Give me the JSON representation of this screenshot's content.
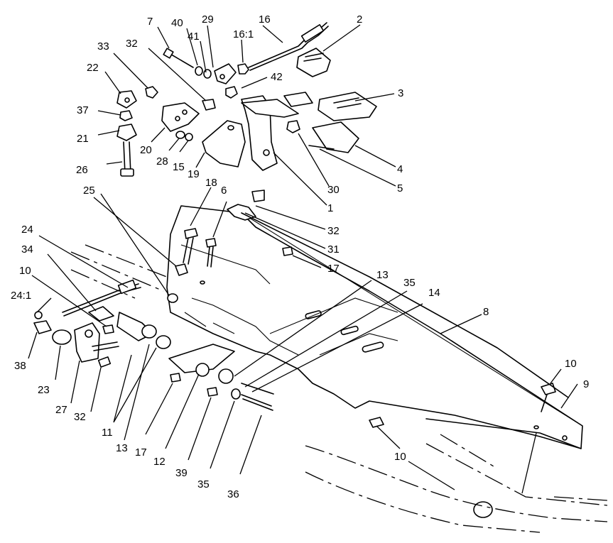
{
  "callouts": [
    {
      "id": "c-7",
      "text": "7"
    },
    {
      "id": "c-40",
      "text": "40"
    },
    {
      "id": "c-29",
      "text": "29"
    },
    {
      "id": "c-16",
      "text": "16"
    },
    {
      "id": "c-2",
      "text": "2"
    },
    {
      "id": "c-32a",
      "text": "32"
    },
    {
      "id": "c-41",
      "text": "41"
    },
    {
      "id": "c-16-1",
      "text": "16:1"
    },
    {
      "id": "c-33",
      "text": "33"
    },
    {
      "id": "c-22",
      "text": "22"
    },
    {
      "id": "c-42",
      "text": "42"
    },
    {
      "id": "c-3",
      "text": "3"
    },
    {
      "id": "c-37",
      "text": "37"
    },
    {
      "id": "c-21",
      "text": "21"
    },
    {
      "id": "c-20",
      "text": "20"
    },
    {
      "id": "c-28",
      "text": "28"
    },
    {
      "id": "c-15",
      "text": "15"
    },
    {
      "id": "c-19",
      "text": "19"
    },
    {
      "id": "c-26",
      "text": "26"
    },
    {
      "id": "c-4",
      "text": "4"
    },
    {
      "id": "c-5",
      "text": "5"
    },
    {
      "id": "c-30",
      "text": "30"
    },
    {
      "id": "c-1",
      "text": "1"
    },
    {
      "id": "c-25",
      "text": "25"
    },
    {
      "id": "c-18",
      "text": "18"
    },
    {
      "id": "c-6",
      "text": "6"
    },
    {
      "id": "c-32b",
      "text": "32"
    },
    {
      "id": "c-31",
      "text": "31"
    },
    {
      "id": "c-24",
      "text": "24"
    },
    {
      "id": "c-34",
      "text": "34"
    },
    {
      "id": "c-17a",
      "text": "17"
    },
    {
      "id": "c-10a",
      "text": "10"
    },
    {
      "id": "c-13a",
      "text": "13"
    },
    {
      "id": "c-35a",
      "text": "35"
    },
    {
      "id": "c-14",
      "text": "14"
    },
    {
      "id": "c-24-1",
      "text": "24:1"
    },
    {
      "id": "c-8",
      "text": "8"
    },
    {
      "id": "c-38",
      "text": "38"
    },
    {
      "id": "c-23",
      "text": "23"
    },
    {
      "id": "c-27",
      "text": "27"
    },
    {
      "id": "c-32c",
      "text": "32"
    },
    {
      "id": "c-11",
      "text": "11"
    },
    {
      "id": "c-13b",
      "text": "13"
    },
    {
      "id": "c-17b",
      "text": "17"
    },
    {
      "id": "c-12",
      "text": "12"
    },
    {
      "id": "c-39",
      "text": "39"
    },
    {
      "id": "c-35b",
      "text": "35"
    },
    {
      "id": "c-36",
      "text": "36"
    },
    {
      "id": "c-10b",
      "text": "10"
    },
    {
      "id": "c-9",
      "text": "9"
    },
    {
      "id": "c-10c",
      "text": "10"
    }
  ]
}
